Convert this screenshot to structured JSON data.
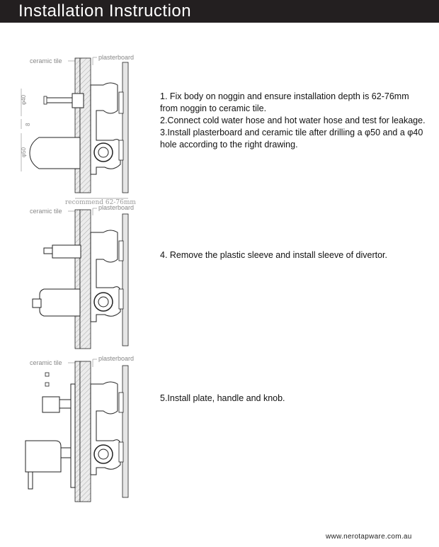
{
  "header": {
    "title": "Installation Instruction"
  },
  "diagrams": {
    "d1": {
      "ceramic_label": "ceramic tile",
      "plaster_label": "plasterboard",
      "dim_40": "φ40",
      "dim_8": "8",
      "dim_50": "φ50",
      "recommend": "recommend 62-76mm"
    },
    "d2": {
      "ceramic_label": "ceramic tile",
      "plaster_label": "plasterboard"
    },
    "d3": {
      "ceramic_label": "ceramic tile",
      "plaster_label": "plasterboard"
    }
  },
  "steps": {
    "s1": "1. Fix body on noggin and ensure installation depth is 62-76mm from noggin to ceramic tile.",
    "s2": "2.Connect cold water hose and hot water hose and  test for leakage.",
    "s3": "3.Install plasterboard and ceramic tile after drilling a φ50 and a φ40 hole according to the right drawing.",
    "s4": "4. Remove the plastic sleeve and install sleeve of divertor.",
    "s5": "5.Install plate, handle and knob."
  },
  "footer": {
    "url": "www.nerotapware.com.au"
  }
}
